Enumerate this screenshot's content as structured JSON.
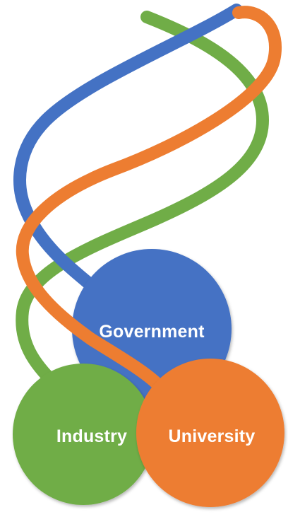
{
  "diagram": {
    "nodes": [
      {
        "id": "government",
        "label": "Government",
        "color": "#4472C4"
      },
      {
        "id": "industry",
        "label": "Industry",
        "color": "#70AD47"
      },
      {
        "id": "university",
        "label": "University",
        "color": "#ED7D31"
      }
    ],
    "strands": [
      {
        "color": "#70AD47",
        "links": "industry"
      },
      {
        "color": "#4472C4",
        "links": "government"
      },
      {
        "color": "#ED7D31",
        "links": "university"
      }
    ]
  }
}
